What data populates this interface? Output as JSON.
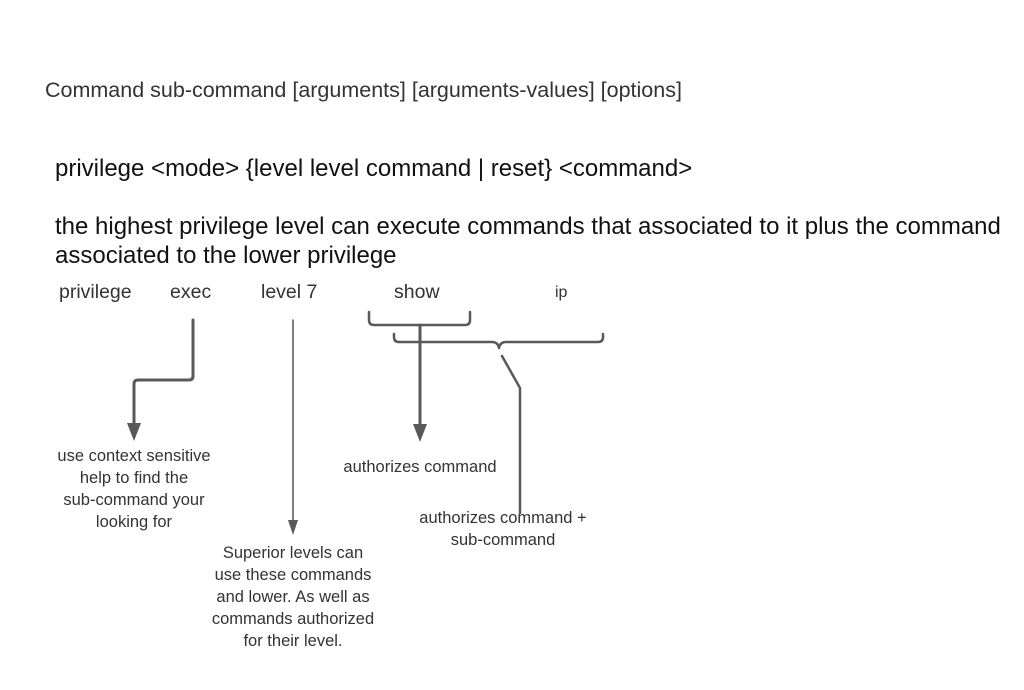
{
  "diagram": {
    "syntax_line": "Command sub-command [arguments] [arguments-values] [options]",
    "usage_line": "privilege <mode> {level level command | reset} <command>",
    "description": "the highest privilege level can execute commands that associated to it plus the command associated to the lower privilege",
    "example_tokens": [
      "privilege",
      "exec",
      "level 7",
      "show",
      "ip"
    ],
    "annotations": {
      "exec": "use context sensitive\nhelp to find the\nsub-command your\nlooking for",
      "level": "Superior levels can\nuse these commands\nand lower. As well as\ncommands authorized\nfor their level.",
      "show": "authorizes command",
      "show_ip": "authorizes command +\nsub-command"
    },
    "colors": {
      "connector": "#595959",
      "text": "#333333"
    }
  }
}
